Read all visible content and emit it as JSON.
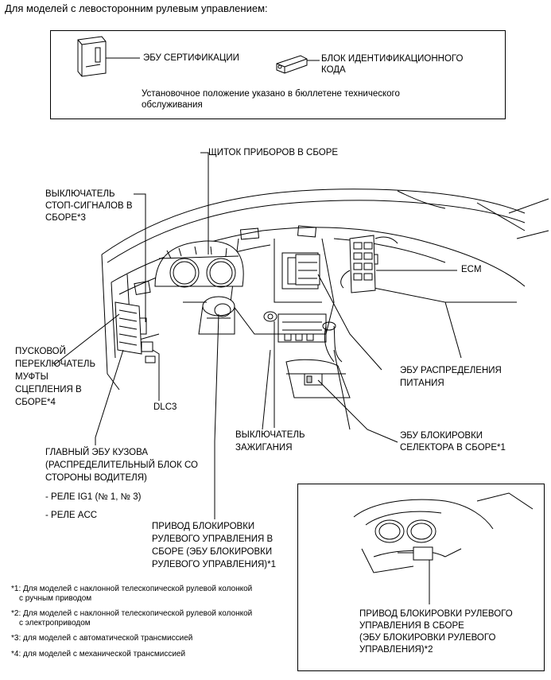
{
  "heading": "Для моделей с левосторонним рулевым управлением:",
  "legend": {
    "ecu_certification": "ЭБУ СЕРТИФИКАЦИИ",
    "id_box": "БЛОК ИДЕНТИФИКАЦИОННОГО КОДА",
    "id_box_line1": "БЛОК ИДЕНТИФИКАЦИОННОГО",
    "id_box_line2": "КОДА",
    "install_note_line1": "Установочное положение указано в бюллетене технического",
    "install_note_line2": "обслуживания"
  },
  "labels": {
    "combination_meter": "ЩИТОК ПРИБОРОВ В СБОРЕ",
    "stop_switch_l1": "ВЫКЛЮЧАТЕЛЬ",
    "stop_switch_l2": "СТОП-СИГНАЛОВ В",
    "stop_switch_l3": "СБОРЕ*3",
    "ecm": "ECM",
    "clutch_l1": "ПУСКОВОЙ",
    "clutch_l2": "ПЕРЕКЛЮЧАТЕЛЬ",
    "clutch_l3": "МУФТЫ",
    "clutch_l4": "СЦЕПЛЕНИЯ В",
    "clutch_l5": "СБОРЕ*4",
    "dlc3": "DLC3",
    "power_dist_l1": "ЭБУ РАСПРЕДЕЛЕНИЯ",
    "power_dist_l2": "ПИТАНИЯ",
    "ignition_l1": "ВЫКЛЮЧАТЕЛЬ",
    "ignition_l2": "ЗАЖИГАНИЯ",
    "shift_lock_l1": "ЭБУ БЛОКИРОВКИ",
    "shift_lock_l2": "СЕЛЕКТОРА В СБОРЕ*1",
    "main_body_l1": "ГЛАВНЫЙ ЭБУ КУЗОВА",
    "main_body_l2": "(РАСПРЕДЕЛИТЕЛЬНЫЙ БЛОК СО",
    "main_body_l3": "СТОРОНЫ ВОДИТЕЛЯ)",
    "relay_ig1": "- РЕЛЕ IG1 (№ 1, № 3)",
    "relay_acc": "- РЕЛЕ ACC",
    "steer_lock1_l1": "ПРИВОД БЛОКИРОВКИ",
    "steer_lock1_l2": "РУЛЕВОГО УПРАВЛЕНИЯ В",
    "steer_lock1_l3": "СБОРЕ (ЭБУ БЛОКИРОВКИ",
    "steer_lock1_l4": "РУЛЕВОГО УПРАВЛЕНИЯ)*1",
    "steer_lock2_l1": "ПРИВОД БЛОКИРОВКИ РУЛЕВОГО",
    "steer_lock2_l2": "УПРАВЛЕНИЯ В СБОРЕ",
    "steer_lock2_l3": "(ЭБУ БЛОКИРОВКИ РУЛЕВОГО",
    "steer_lock2_l4": "УПРАВЛЕНИЯ)*2"
  },
  "footnotes": {
    "n1_l1": "*1: Для моделей с наклонной телескопической рулевой колонкой",
    "n1_l2": "с ручным приводом",
    "n2_l1": "*2: Для моделей с наклонной телескопической рулевой колонкой",
    "n2_l2": "с электроприводом",
    "n3": "*3: для моделей с автоматической трансмиссией",
    "n4": "*4: для моделей с механической трансмиссией"
  }
}
